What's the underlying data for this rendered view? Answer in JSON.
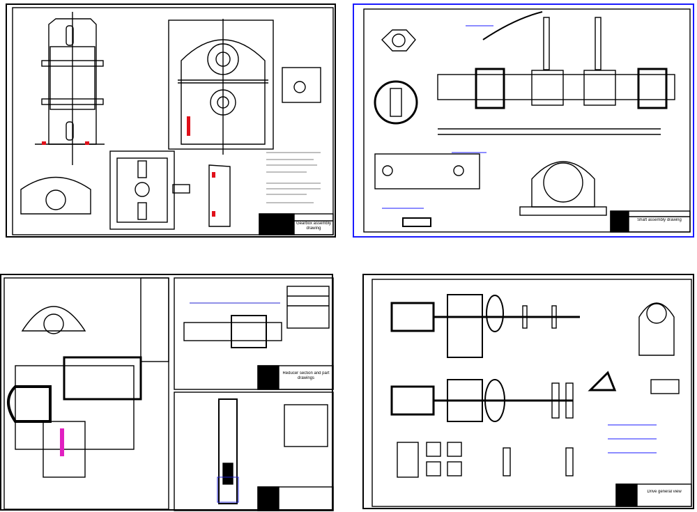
{
  "sheets": [
    {
      "id": "gearbox-assembly",
      "name": "Gearbox assembly drawing",
      "selected": false
    },
    {
      "id": "shaft-assembly",
      "name": "Shaft assembly drawing",
      "selected": true
    },
    {
      "id": "reducer-section-and-details",
      "name": "Reducer section and part drawings",
      "selected": false
    },
    {
      "id": "drive-general-view",
      "name": "Drive general view",
      "selected": false
    }
  ],
  "colors": {
    "line": "#000000",
    "selection": "#1a1aff",
    "accent_red": "#e0101a",
    "accent_magenta": "#e020c0",
    "dimension_blue": "#2020d0"
  }
}
